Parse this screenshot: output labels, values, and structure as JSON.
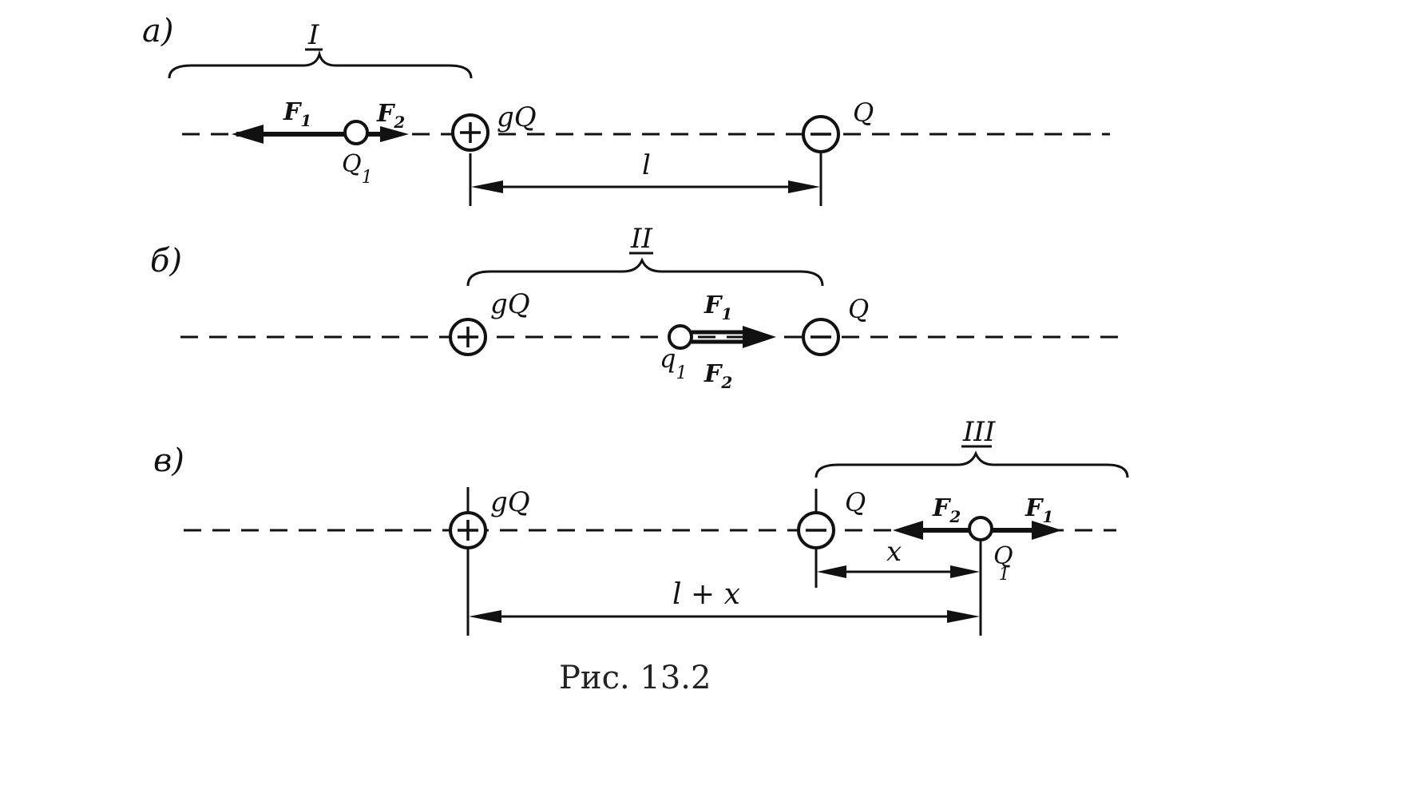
{
  "caption": "Рис.  13.2",
  "colors": {
    "ink": "#111111",
    "paper": "#ffffff"
  },
  "panel_a": {
    "label": "a)",
    "region": "I",
    "big_plus_charge": "gQ",
    "minus_charge": "Q",
    "test_charge": "Q",
    "test_charge_sub": "1",
    "force1": "F",
    "force1_sub": "1",
    "force2": "F",
    "force2_sub": "2",
    "distance": "l"
  },
  "panel_b": {
    "label": "б)",
    "region": "II",
    "big_plus_charge": "gQ",
    "minus_charge": "Q",
    "test_charge": "q",
    "test_charge_sub": "1",
    "force1": "F",
    "force1_sub": "1",
    "force2": "F",
    "force2_sub": "2"
  },
  "panel_c": {
    "label": "в)",
    "region": "III",
    "big_plus_charge": "gQ",
    "minus_charge": "Q",
    "test_charge": "Q",
    "test_charge_sub": "1",
    "force1": "F",
    "force1_sub": "1",
    "force2": "F",
    "force2_sub": "2",
    "distance_x": "x",
    "distance_total": "l + x"
  }
}
